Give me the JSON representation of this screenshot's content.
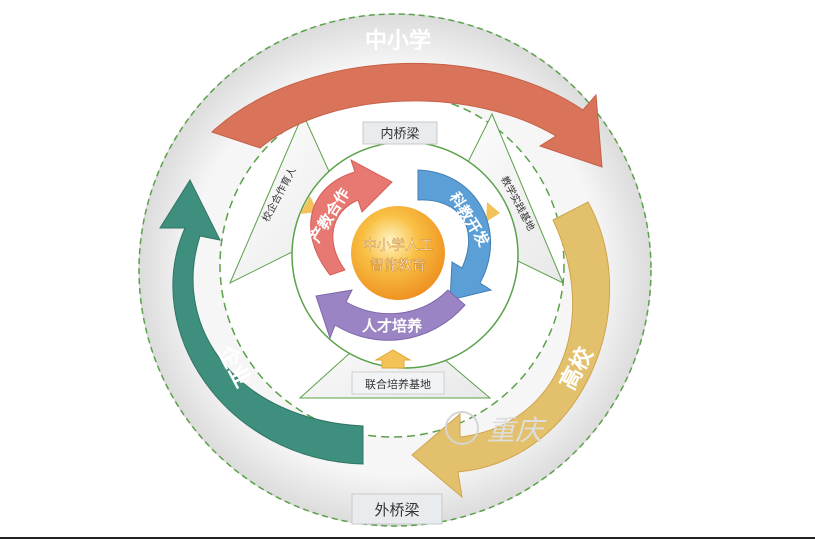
{
  "title": "中小学人工智能教育",
  "outer_cycle": {
    "top": "中小学",
    "right": "高校",
    "left": "企业"
  },
  "inner_cycle": {
    "upper_left": "产教合作",
    "upper_right": "科教开发",
    "bottom": "人才培养"
  },
  "labels": {
    "inner_bridge": "内桥梁",
    "outer_bridge": "外桥梁",
    "left_side": "校企合作育人",
    "right_side": "教学实践基地",
    "bottom_side": "联合培养基地",
    "watermark": "重庆"
  },
  "colors": {
    "top_arrow": "#d9735a",
    "right_arrow": "#e3c06b",
    "left_arrow": "#3f8f7e",
    "inner_red": "#e87872",
    "inner_blue": "#5b9fd6",
    "inner_purple": "#9b84c4",
    "core": "#f4a92a",
    "dash": "#5aa14a"
  }
}
